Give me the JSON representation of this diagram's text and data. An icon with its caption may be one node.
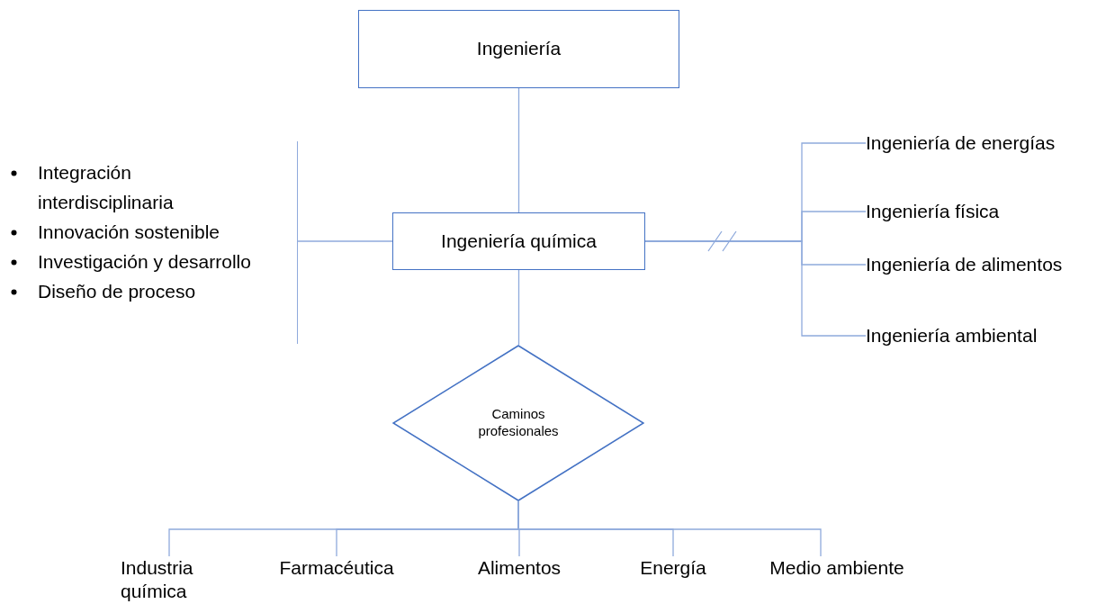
{
  "diagram": {
    "nodes": [
      {
        "text": [
          "Ingeniería"
        ]
      },
      {
        "text": [
          "Ingeniería química"
        ]
      },
      {
        "text": [
          "Integración interdisciplinaria",
          "Innovación sostenible",
          "Investigación y desarrollo",
          "Diseño de proceso"
        ]
      },
      {
        "text": [
          "Ingeniería de energías"
        ]
      },
      {
        "text": [
          "Ingeniería física"
        ]
      },
      {
        "text": [
          "Ingeniería de alimentos"
        ]
      },
      {
        "text": [
          "Ingeniería ambiental"
        ]
      },
      {
        "text": [
          "Caminos profesionales"
        ]
      },
      {
        "text": [
          "Industria química"
        ]
      },
      {
        "text": [
          "Farmacéutica"
        ]
      },
      {
        "text": [
          "Alimentos"
        ]
      },
      {
        "text": [
          "Energía"
        ]
      },
      {
        "text": [
          "Medio ambiente"
        ]
      }
    ],
    "edges": [
      {
        "from": 0,
        "to": 1,
        "arrow": "none"
      },
      {
        "from": 1,
        "to": 2,
        "arrow": "none"
      },
      {
        "from": 1,
        "to": 3,
        "arrow": "none"
      },
      {
        "from": 1,
        "to": 4,
        "arrow": "none"
      },
      {
        "from": 1,
        "to": 5,
        "arrow": "none"
      },
      {
        "from": 1,
        "to": 6,
        "arrow": "none"
      },
      {
        "from": 1,
        "to": 7,
        "arrow": "none"
      },
      {
        "from": 7,
        "to": 8,
        "arrow": "none"
      },
      {
        "from": 7,
        "to": 9,
        "arrow": "none"
      },
      {
        "from": 7,
        "to": 10,
        "arrow": "none"
      },
      {
        "from": 7,
        "to": 11,
        "arrow": "none"
      },
      {
        "from": 7,
        "to": 12,
        "arrow": "none"
      }
    ]
  }
}
